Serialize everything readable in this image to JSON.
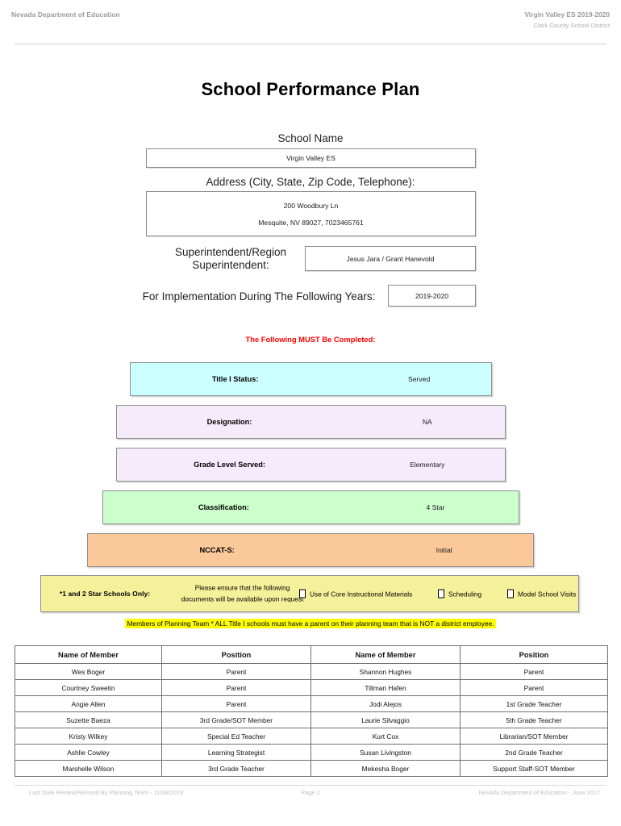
{
  "running_header": {
    "left": "Nevada Department of Education",
    "right_line1": "Virgin Valley ES  2019-2020",
    "right_line2": "Clark County School District"
  },
  "title": "School Performance Plan",
  "fields": {
    "school_name_label": "School Name",
    "school_name_value": "Virgin Valley ES",
    "address_label": "Address (City, State, Zip Code, Telephone):",
    "address_line1": "200 Woodbury Ln",
    "address_line2": "Mesquite, NV  89027, 7023465761",
    "superintendent_label_line1": "Superintendent/Region",
    "superintendent_label_line2": "Superintendent:",
    "superintendent_value": "Jesus Jara / Grant Hanevold",
    "years_label": "For Implementation During The Following Years:",
    "years_value": "2019-2020"
  },
  "must_be_completed": "The Following MUST Be Completed:",
  "status_bars": [
    {
      "label": "Title I Status:",
      "value": "Served",
      "color": "#CCFFFF"
    },
    {
      "label": "Designation:",
      "value": "NA",
      "color": "#F5EBFA"
    },
    {
      "label": "Grade Level Served:",
      "value": "Elementary",
      "color": "#F5EBFA"
    },
    {
      "label": "Classification:",
      "value": "4 Star",
      "color": "#CCFFCC"
    },
    {
      "label": "NCCAT-S:",
      "value": "Initial",
      "color": "#FBC89A"
    }
  ],
  "star_banner": {
    "heading": "*1 and 2 Star Schools Only:",
    "note_line1": "Please ensure that the following",
    "note_line2": "documents will be available upon request",
    "checkboxes": [
      {
        "label": "Use of Core Instructional Materials",
        "checked": false
      },
      {
        "label": "Scheduling",
        "checked": false
      },
      {
        "label": "Model School Visits",
        "checked": false
      }
    ],
    "highlight_color": "#F5F09A"
  },
  "planning_notice": "Members of Planning Team * ALL Title I schools must have a parent on their planning team that is NOT a district employee.",
  "members_table": {
    "columns": [
      "Name of Member",
      "Position",
      "Name of Member",
      "Position"
    ],
    "rows": [
      [
        "Wes Boger",
        "Parent",
        "Shannon Hughes",
        "Parent"
      ],
      [
        "Courtney Sweetin",
        "Parent",
        "Tillman Hafen",
        "Parent"
      ],
      [
        "Angie Allen",
        "Parent",
        "Jodi Alejos",
        "1st Grade Teacher"
      ],
      [
        "Suzette Baeza",
        "3rd Grade/SOT Member",
        "Laurie Silvaggio",
        "5th Grade Teacher"
      ],
      [
        "Kristy Wilkey",
        "Special Ed Teacher",
        "Kurt Cox",
        "Librarian/SOT Member"
      ],
      [
        "Ashlie Cowley",
        "Learning Strategist",
        "Susan Livingston",
        "2nd Grade Teacher"
      ],
      [
        "Marshelle Wilson",
        "3rd Grade Teacher",
        "Mekesha Boger",
        "Support Staff-SOT Member"
      ]
    ]
  },
  "running_footer": {
    "left": "Last Date Review/Revised By Planning Team - 11/08/2019",
    "center": "Page 1",
    "right": "Nevada Department of Education - June 2017"
  }
}
